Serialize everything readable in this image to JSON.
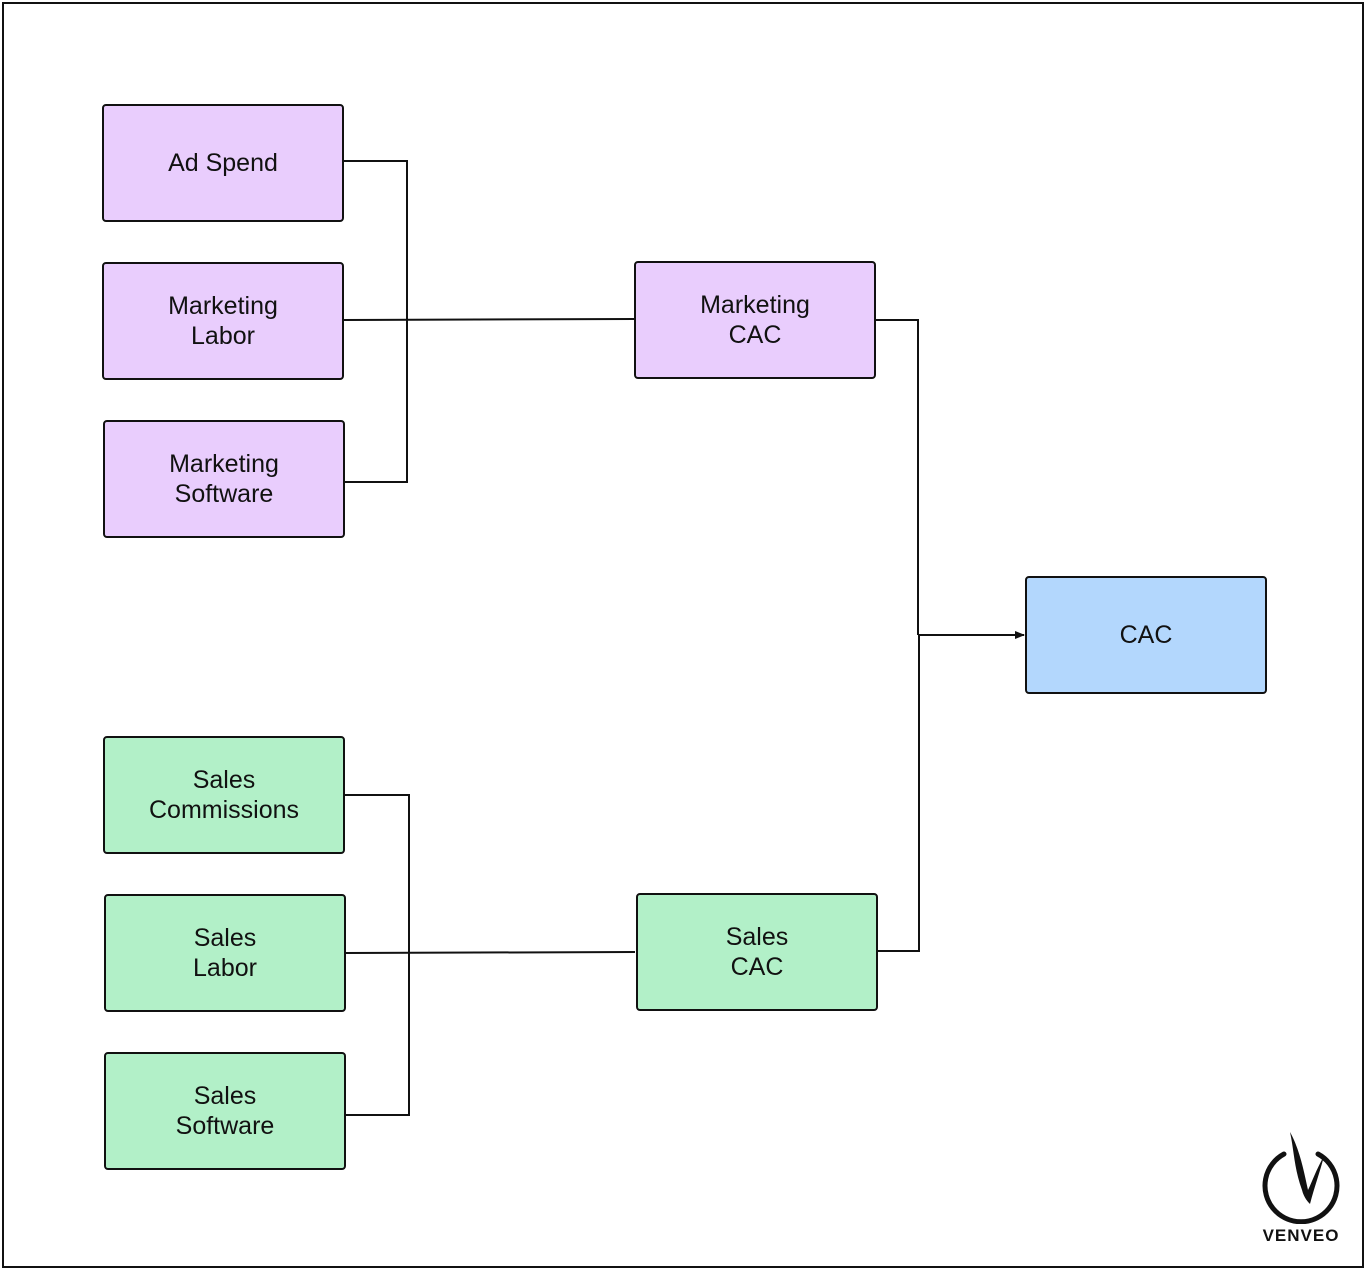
{
  "colors": {
    "marketing": "#e9cdfd",
    "sales": "#b2f0c8",
    "total": "#b3d7fd",
    "line": "#111111"
  },
  "nodes": {
    "ad_spend": "Ad Spend",
    "marketing_labor": "Marketing\nLabor",
    "marketing_software": "Marketing\nSoftware",
    "marketing_cac": "Marketing\nCAC",
    "sales_commissions": "Sales\nCommissions",
    "sales_labor": "Sales\nLabor",
    "sales_software": "Sales\nSoftware",
    "sales_cac": "Sales\nCAC",
    "cac": "CAC"
  },
  "logo": {
    "icon": "venveo-logo-icon",
    "text": "VENVEO"
  }
}
